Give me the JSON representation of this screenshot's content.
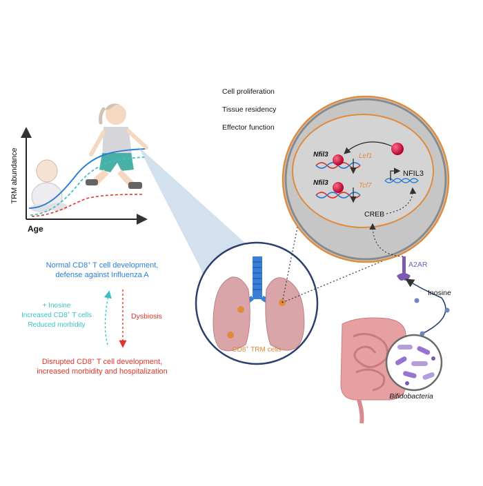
{
  "graph": {
    "ylabel": "TRM abundance",
    "xlabel": "Age"
  },
  "cell": {
    "functions": [
      "Cell proliferation",
      "Tissue residency",
      "Effector function"
    ],
    "gene1": "Nfil3",
    "gene2": "Nfil3",
    "target1": "Lef1",
    "target2": "Tcf7",
    "tf": "NFIL3",
    "creb": "CREB"
  },
  "receptor": {
    "label": "A2AR"
  },
  "inosine": {
    "label": "Inosine"
  },
  "bacteria": {
    "label": "Bifidobacteria"
  },
  "lung": {
    "caption_main": "CD8",
    "caption_sup": "+",
    "caption_rest": " TRM cells"
  },
  "outcomes": {
    "normal_line1_pre": "Normal CD8",
    "normal_line1_sup": "+",
    "normal_line1_post": " T cell development,",
    "normal_line2": "defense against Influenza A",
    "rescue_line1": "+ Inosine",
    "rescue_line2_pre": "Increased CD8",
    "rescue_line2_sup": "+",
    "rescue_line2_post": " T cells",
    "rescue_line3": "Reduced morbidity",
    "dysbiosis": "Dysbiosis",
    "disrupted_line1_pre": "Disrupted CD8",
    "disrupted_line1_sup": "+",
    "disrupted_line1_post": " T cell development,",
    "disrupted_line2": "increased morbidity and hospitalization"
  },
  "colors": {
    "blue": "#2a7fd4",
    "teal": "#3cc0c4",
    "red": "#e0342c",
    "orange": "#e08a3c",
    "purple": "#7a5bb0",
    "grey": "#bdbdbd"
  }
}
